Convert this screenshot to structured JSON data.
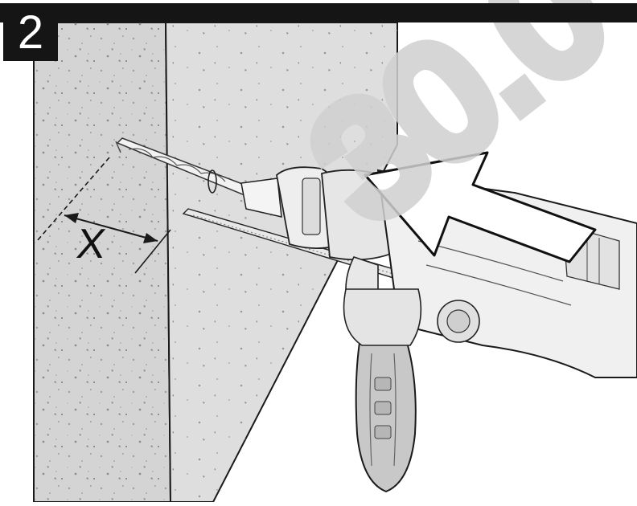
{
  "step": {
    "number": "2"
  },
  "dimension": {
    "label": "X"
  },
  "watermark": {
    "text": "30.0"
  },
  "colors": {
    "wall_front": "#d4d4d4",
    "wall_side": "#dedede",
    "outline": "#1a1a1a",
    "header": "#151515",
    "arrow_fill": "#ffffff",
    "watermark": "#c8c8c8"
  },
  "icons": [
    "rotary-hammer-drill",
    "direction-arrow",
    "depth-stop-rod",
    "drill-bit"
  ]
}
